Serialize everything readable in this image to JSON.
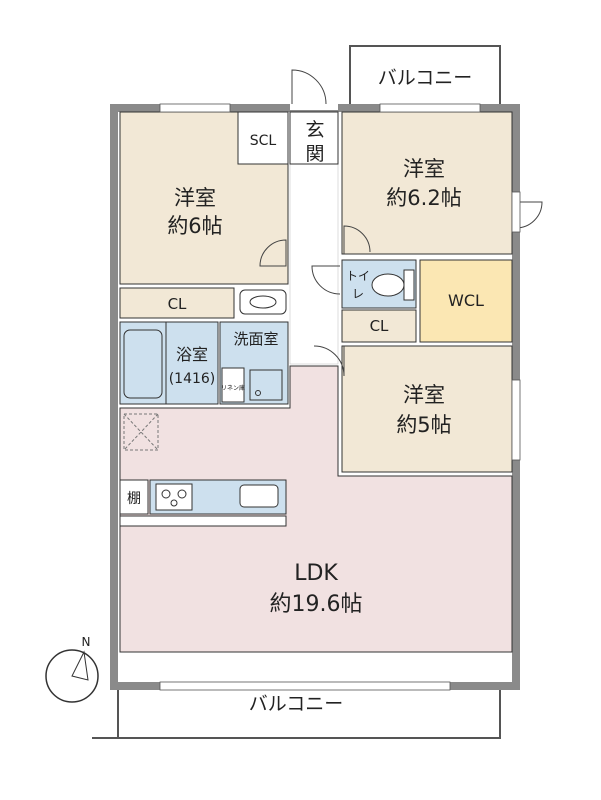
{
  "rooms": {
    "western_a": {
      "name": "洋室",
      "size": "約6帖"
    },
    "western_b": {
      "name": "洋室",
      "size": "約6.2帖"
    },
    "western_c": {
      "name": "洋室",
      "size": "約5帖"
    },
    "ldk": {
      "name": "LDK",
      "size": "約19.6帖"
    },
    "bath": {
      "name": "浴室",
      "size": "(1416)"
    },
    "washroom": {
      "name": "洗面室"
    },
    "linen": "リネン庫",
    "toilet": "トイレ",
    "entrance": "玄関",
    "scl": "SCL",
    "wcl": "WCL",
    "cl_left": "CL",
    "cl_right": "CL",
    "shelf": "棚"
  },
  "balcony_top": "バルコニー",
  "balcony_bottom": "バルコニー",
  "compass_label": "N",
  "colors": {
    "wall": "#8a8a8a",
    "room_beige": "#f2e8d6",
    "ldk_pink": "#f1e1e1",
    "wet_blue": "#cde0ee",
    "wcl_yellow": "#fbe7b3",
    "hall_white": "#ffffff"
  }
}
